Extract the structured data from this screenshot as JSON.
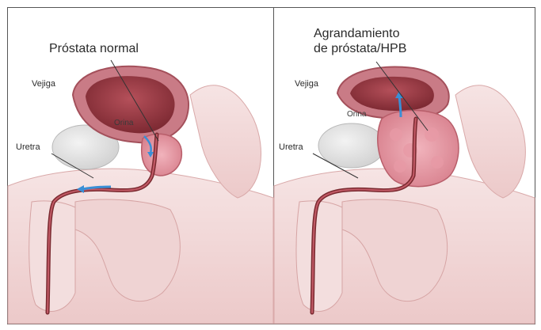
{
  "panels": [
    {
      "title_lines": [
        "Próstata normal"
      ],
      "labels": {
        "bladder": "Vejiga",
        "urine": "Orina",
        "urethra": "Uretra"
      }
    },
    {
      "title_lines": [
        "Agrandamiento",
        "de próstata/HPB"
      ],
      "labels": {
        "bladder": "Vejiga",
        "urine": "Orina",
        "urethra": "Uretra"
      }
    }
  ],
  "colors": {
    "skin": "#f2dbdb",
    "skin_dark": "#e7bcbc",
    "tissue": "#d98a95",
    "bladder_wall": "#c9707c",
    "bladder_inner": "#9b3a44",
    "urethra": "#7a2a30",
    "bone": "#e4e4e4",
    "arrow": "#3a8fd6",
    "border": "#555555"
  }
}
